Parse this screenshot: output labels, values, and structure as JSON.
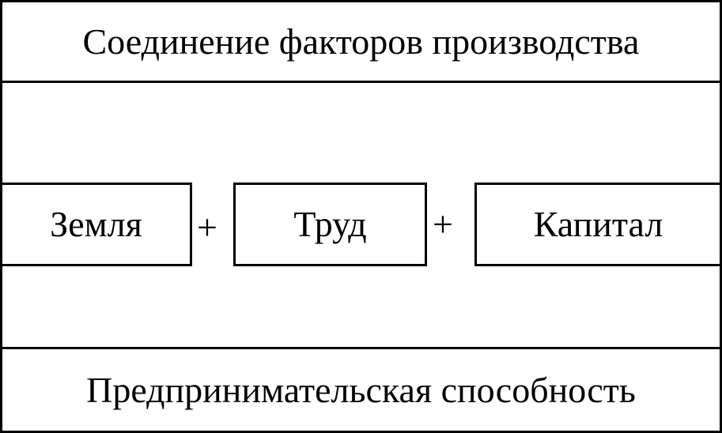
{
  "diagram": {
    "top": {
      "label": "Соединение факторов производства"
    },
    "factors": [
      {
        "label": "Земля"
      },
      {
        "label": "Труд"
      },
      {
        "label": "Капитал"
      }
    ],
    "operators": [
      {
        "symbol": "+"
      },
      {
        "symbol": "+"
      }
    ],
    "bottom": {
      "label": "Предпринимательская способность"
    }
  }
}
